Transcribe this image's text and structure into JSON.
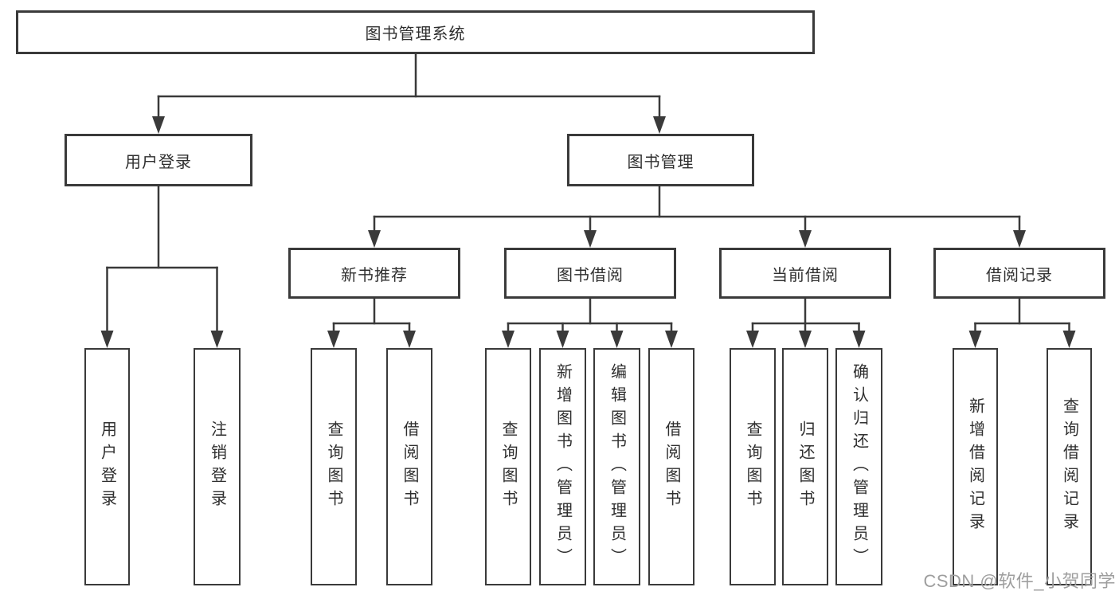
{
  "palette": {
    "line_color": "#3a3a3a",
    "box_border_color": "#3a3a3a",
    "box_background": "#ffffff",
    "text_color": "#2f2f2f",
    "watermark_color": "#9e9e9e",
    "background": "#ffffff"
  },
  "tree": {
    "root": {
      "label": "图书管理系统"
    },
    "branches": [
      {
        "label": "用户登录",
        "children": [
          {
            "label": "用户登录"
          },
          {
            "label": "注销登录"
          }
        ]
      },
      {
        "label": "图书管理",
        "sections": [
          {
            "label": "新书推荐",
            "children": [
              {
                "label": "查询图书"
              },
              {
                "label": "借阅图书"
              }
            ]
          },
          {
            "label": "图书借阅",
            "children": [
              {
                "label": "查询图书"
              },
              {
                "label": "新增图书（管理员）"
              },
              {
                "label": "编辑图书（管理员）"
              },
              {
                "label": "借阅图书"
              }
            ]
          },
          {
            "label": "当前借阅",
            "children": [
              {
                "label": "查询图书"
              },
              {
                "label": "归还图书"
              },
              {
                "label": "确认归还（管理员）"
              }
            ]
          },
          {
            "label": "借阅记录",
            "children": [
              {
                "label": "新增借阅记录"
              },
              {
                "label": "查询借阅记录"
              }
            ]
          }
        ]
      }
    ]
  },
  "watermark": {
    "text": "CSDN @软件_小贺同学"
  }
}
